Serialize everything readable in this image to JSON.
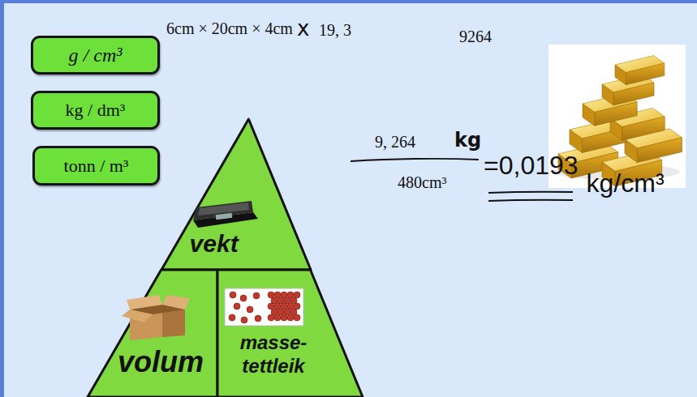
{
  "diagram": {
    "nodes": [
      {
        "text": [
          "g / cm³"
        ]
      },
      {
        "text": [
          "kg / dm³"
        ]
      },
      {
        "text": [
          "tonn / m³"
        ]
      },
      {
        "text": [
          "vekt"
        ]
      },
      {
        "text": [
          "volum"
        ]
      },
      {
        "text": [
          "masse- tettleik"
        ]
      }
    ],
    "labels": [
      "6cm × 20cm × 4cm",
      "x",
      "19, 3",
      "9264",
      "9, 264",
      "kg",
      "480cm³",
      "=0,0193",
      "kg/cm³"
    ]
  }
}
